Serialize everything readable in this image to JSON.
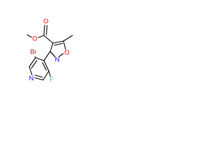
{
  "molecule": {
    "atoms": {
      "ester_oxygen": {
        "label": "O",
        "color": "#ff0000"
      },
      "carbonyl_oxygen": {
        "label": "O",
        "color": "#ff0000"
      },
      "ring_oxygen": {
        "label": "O",
        "color": "#ff0000"
      },
      "isoxazole_nitrogen": {
        "label": "N",
        "color": "#0000ff"
      },
      "pyridine_nitrogen": {
        "label": "N",
        "color": "#0000ff"
      },
      "bromine": {
        "label": "Br",
        "color": "#a52a2a"
      },
      "fluorine": {
        "label": "F",
        "color": "#33cccc"
      }
    },
    "bond_color": "#000000"
  }
}
